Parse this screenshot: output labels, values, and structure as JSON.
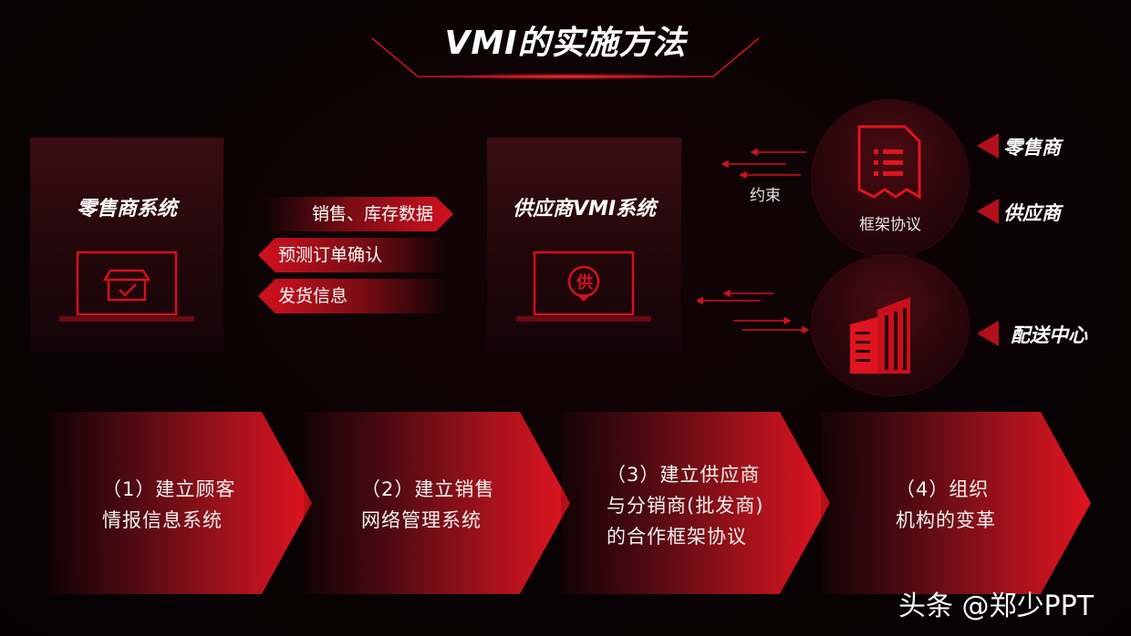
{
  "title": "VMI的实施方法",
  "panels": {
    "retailer_system": "零售商系统",
    "supplier_system": "供应商VMI系统",
    "supplier_icon_char": "供"
  },
  "flows": {
    "sales_inventory": "销售、库存数据",
    "forecast_order": "预测订单确认",
    "shipping_info": "发货信息"
  },
  "constraint_label": "约束",
  "framework": {
    "label": "框架协议",
    "parties": [
      "零售商",
      "供应商"
    ]
  },
  "distribution_center": "配送中心",
  "steps": [
    {
      "lines": [
        "（1）建立顾客",
        "情报信息系统"
      ]
    },
    {
      "lines": [
        "（2）建立销售",
        "网络管理系统"
      ]
    },
    {
      "lines": [
        "（3）建立供应商",
        "与分销商(批发商)",
        "的合作框架协议"
      ]
    },
    {
      "lines": [
        "（4）组织",
        "机构的变革"
      ]
    }
  ],
  "watermark": "头条 @郑少PPT",
  "colors": {
    "accent": "#d2111e",
    "dark_red": "#3a0d12",
    "background": "#0a0204"
  }
}
